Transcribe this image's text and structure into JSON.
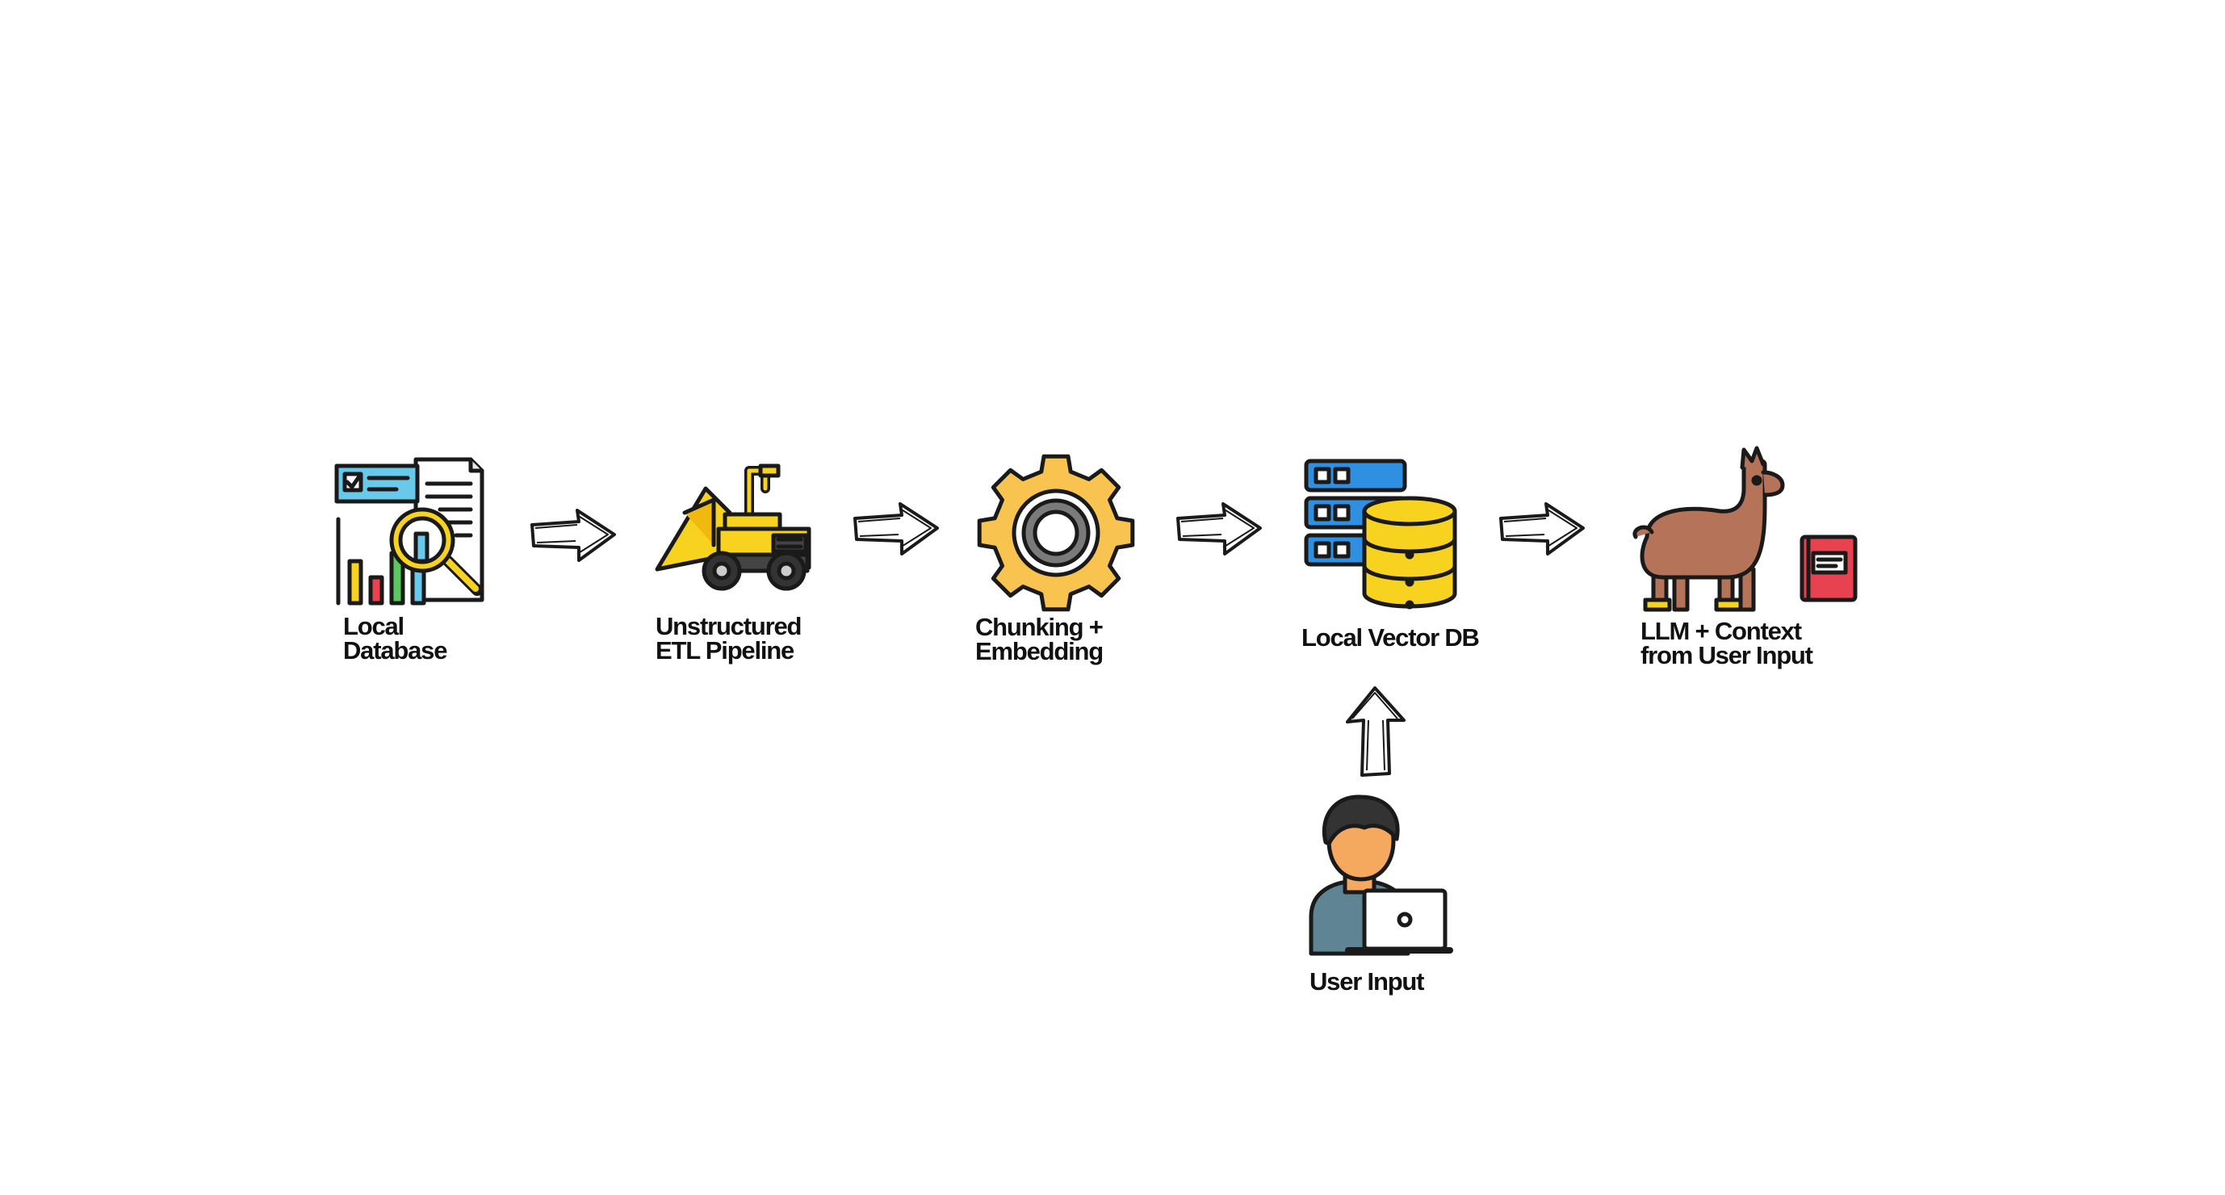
{
  "diagram": {
    "nodes": [
      {
        "id": "local-database",
        "icon": "database-report-icon",
        "label_lines": [
          "Local",
          "Database"
        ]
      },
      {
        "id": "etl-pipeline",
        "icon": "wood-chipper-machine-icon",
        "label_lines": [
          "Unstructured",
          "ETL Pipeline"
        ]
      },
      {
        "id": "chunking-embedding",
        "icon": "gear-icon",
        "label_lines": [
          "Chunking +",
          "Embedding"
        ]
      },
      {
        "id": "local-vector-db",
        "icon": "server-database-icon",
        "label_lines": [
          "Local Vector DB"
        ]
      },
      {
        "id": "llm-context",
        "icon": "llama-book-icon",
        "label_lines": [
          "LLM + Context",
          "from User Input"
        ]
      },
      {
        "id": "user-input",
        "icon": "user-laptop-icon",
        "label_lines": [
          "User Input"
        ]
      }
    ],
    "edges": [
      {
        "from": "local-database",
        "to": "etl-pipeline",
        "icon": "sketch-arrow-right-icon"
      },
      {
        "from": "etl-pipeline",
        "to": "chunking-embedding",
        "icon": "sketch-arrow-right-icon"
      },
      {
        "from": "chunking-embedding",
        "to": "local-vector-db",
        "icon": "sketch-arrow-right-icon"
      },
      {
        "from": "local-vector-db",
        "to": "llm-context",
        "icon": "sketch-arrow-right-icon"
      },
      {
        "from": "user-input",
        "to": "local-vector-db",
        "icon": "sketch-arrow-up-icon"
      }
    ],
    "colors": {
      "outline": "#1a1a1a",
      "yellow": "#f7d21e",
      "gear": "#f8c44f",
      "blue": "#2f8fe0",
      "cyan": "#69c9ea",
      "red": "#e84250",
      "green": "#5bc85d",
      "llama": "#b5735a",
      "skin": "#f5a95e"
    }
  }
}
